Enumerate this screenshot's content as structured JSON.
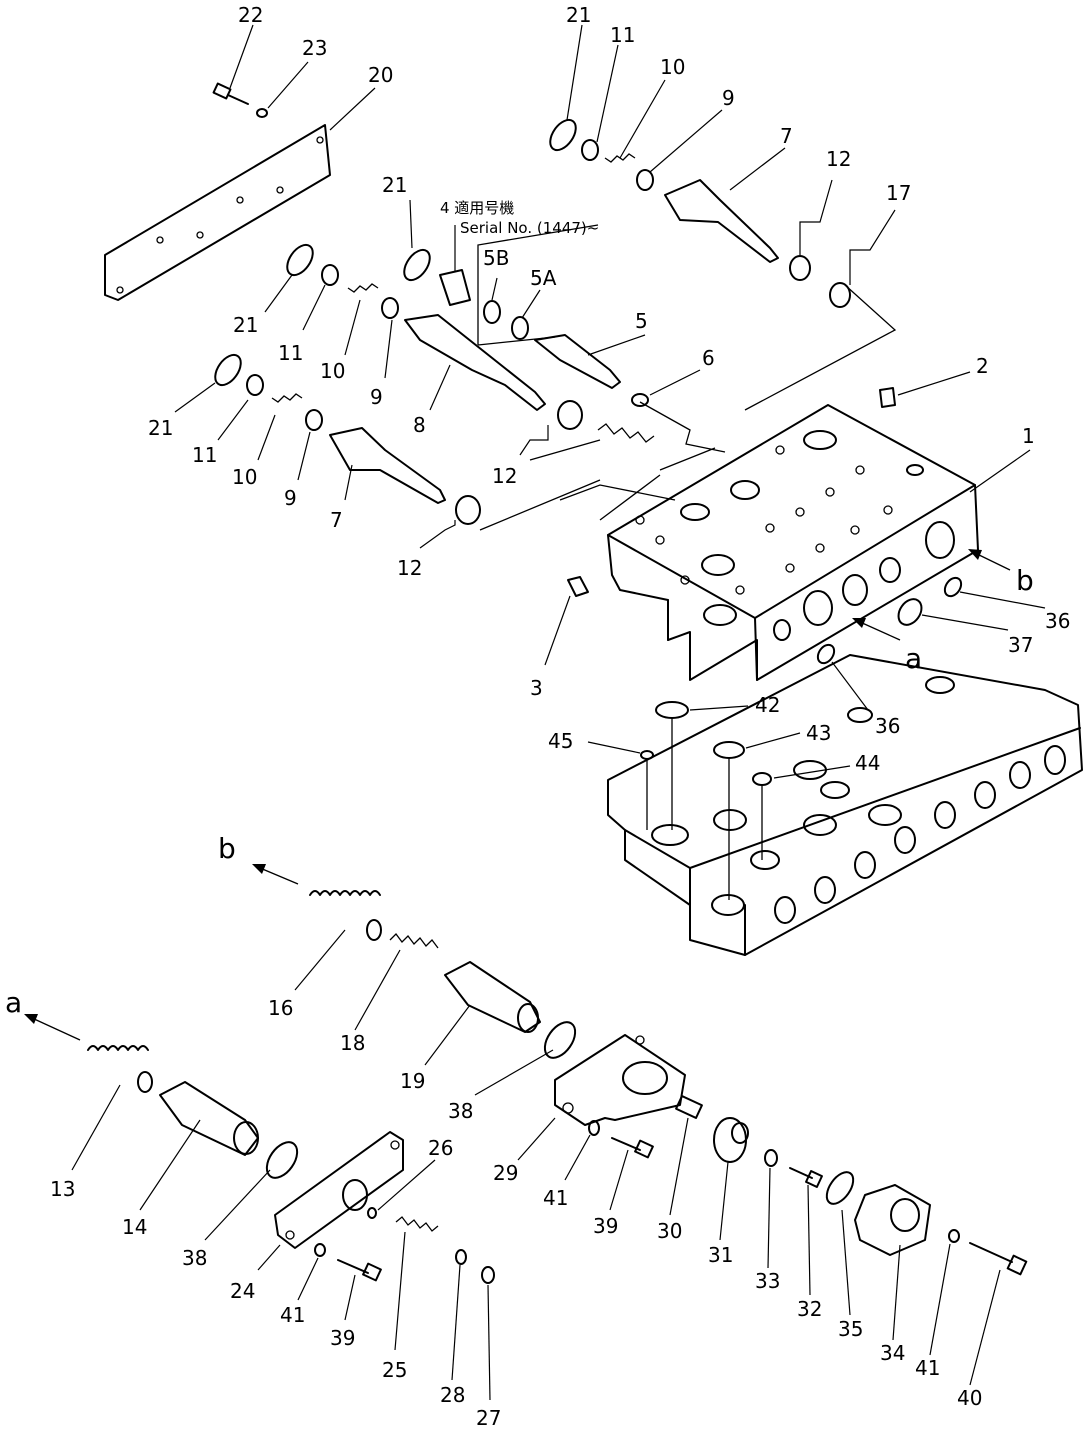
{
  "labels": {
    "n1": "1",
    "n2": "2",
    "n3": "3",
    "n5": "5",
    "n5a": "5A",
    "n5b": "5B",
    "n6": "6",
    "n7a": "7",
    "n7b": "7",
    "n8": "8",
    "n9a": "9",
    "n9b": "9",
    "n9c": "9",
    "n10a": "10",
    "n10b": "10",
    "n10c": "10",
    "n11a": "11",
    "n11b": "11",
    "n11c": "11",
    "n12a": "12",
    "n12b": "12",
    "n12c": "12",
    "n13": "13",
    "n14": "14",
    "n16": "16",
    "n17": "17",
    "n18": "18",
    "n19": "19",
    "n20": "20",
    "n21a": "21",
    "n21b": "21",
    "n21c": "21",
    "n21d": "21",
    "n22": "22",
    "n23": "23",
    "n24": "24",
    "n25": "25",
    "n26": "26",
    "n27": "27",
    "n28": "28",
    "n29": "29",
    "n30": "30",
    "n31": "31",
    "n32": "32",
    "n33": "33",
    "n34": "34",
    "n35": "35",
    "n36a": "36",
    "n36b": "36",
    "n37": "37",
    "n38a": "38",
    "n38b": "38",
    "n39a": "39",
    "n39b": "39",
    "n40": "40",
    "n41a": "41",
    "n41b": "41",
    "n41c": "41",
    "n42": "42",
    "n43": "43",
    "n44": "44",
    "n45": "45",
    "ref_a1": "a",
    "ref_a2": "a",
    "ref_b1": "b",
    "ref_b2": "b"
  },
  "notes": {
    "serial_line1": "4 適用号機",
    "serial_line2": "Serial No. (1447)~"
  }
}
